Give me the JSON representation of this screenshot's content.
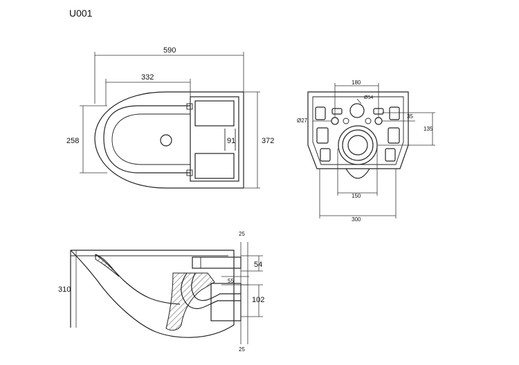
{
  "title": "U001",
  "top_view": {
    "length": "590",
    "fixing_distance": "332",
    "bowl_width": "258",
    "overall_width": "372",
    "seat_gap": "91"
  },
  "back_view": {
    "bolt_spacing": "180",
    "inlet_diameter": "Ø54",
    "fixing_hole_diameter": "Ø27",
    "bolt_offset": "35",
    "outlet_height": "135",
    "outlet_spacing": "150",
    "width": "300"
  },
  "side_view": {
    "height": "310",
    "inlet_offset_top": "25",
    "inlet_height": "54",
    "outlet_inner": "55",
    "outlet_height": "102",
    "outlet_offset_bottom": "25"
  }
}
